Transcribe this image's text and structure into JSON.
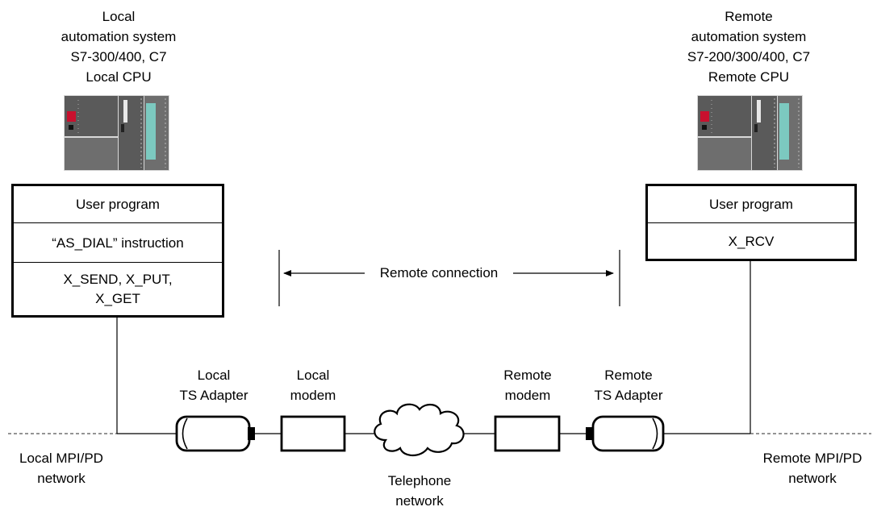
{
  "local_system": {
    "title_lines": [
      "Local",
      "automation system",
      "S7-300/400, C7",
      "Local CPU"
    ],
    "rows": [
      {
        "lines": [
          "User program"
        ]
      },
      {
        "lines": [
          "“AS_DIAL” instruction"
        ]
      },
      {
        "lines": [
          "X_SEND, X_PUT,",
          "X_GET"
        ]
      }
    ]
  },
  "remote_system": {
    "title_lines": [
      "Remote",
      "automation system",
      "S7-200/300/400, C7",
      "Remote CPU"
    ],
    "rows": [
      {
        "lines": [
          "User program"
        ]
      },
      {
        "lines": [
          "X_RCV"
        ]
      }
    ]
  },
  "remote_connection_label": "Remote connection",
  "local_ts_adapter_lines": [
    "Local",
    "TS Adapter"
  ],
  "local_modem_lines": [
    "Local",
    "modem"
  ],
  "remote_modem_lines": [
    "Remote",
    "modem"
  ],
  "remote_ts_adapter_lines": [
    "Remote",
    "TS Adapter"
  ],
  "local_network_lines": [
    "Local MPI/PD",
    "network"
  ],
  "remote_network_lines": [
    "Remote MPI/PD",
    "network"
  ],
  "telephone_network_lines": [
    "Telephone",
    "network"
  ],
  "colors": {
    "plc_body": "#5a5a5a",
    "plc_panel": "#6e6e6e",
    "plc_red": "#c8102e",
    "plc_teal": "#7cc9c0"
  }
}
